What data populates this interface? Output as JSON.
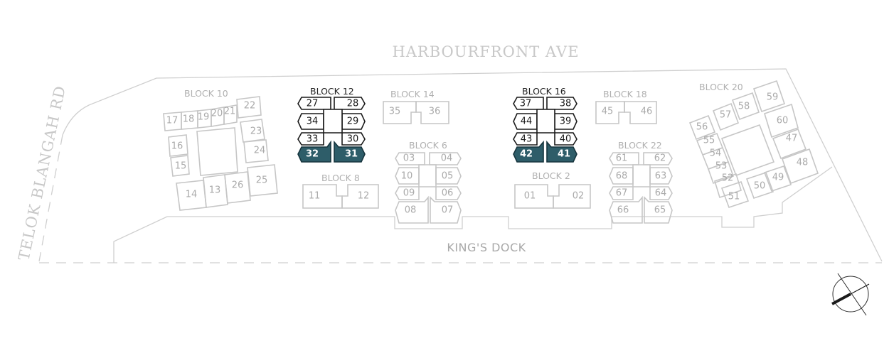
{
  "roads": {
    "north": "HARBOURFRONT AVE",
    "west": "TELOK BLANGAH RD",
    "south": "KING'S DOCK"
  },
  "colors": {
    "selected_unit": "#2e5d69",
    "active_outline": "#1a1a1a",
    "inactive_outline": "#c6c6c6"
  },
  "blocks": {
    "b10": {
      "label": "BLOCK 10",
      "units": [
        "17",
        "18",
        "19",
        "20",
        "21",
        "22",
        "16",
        "15",
        "23",
        "24",
        "14",
        "13",
        "26",
        "25"
      ]
    },
    "b12": {
      "label": "BLOCK 12",
      "active": true,
      "units": [
        "27",
        "28",
        "34",
        "29",
        "33",
        "30",
        "32",
        "31"
      ],
      "selected": [
        "32",
        "31"
      ]
    },
    "b14": {
      "label": "BLOCK 14",
      "units": [
        "35",
        "36"
      ]
    },
    "b6": {
      "label": "BLOCK 6",
      "units": [
        "03",
        "04",
        "10",
        "05",
        "09",
        "06",
        "08",
        "07"
      ]
    },
    "b8": {
      "label": "BLOCK 8",
      "units": [
        "11",
        "12"
      ]
    },
    "b16": {
      "label": "BLOCK 16",
      "active": true,
      "units": [
        "37",
        "38",
        "44",
        "39",
        "43",
        "40",
        "42",
        "41"
      ],
      "selected": [
        "42",
        "41"
      ]
    },
    "b18": {
      "label": "BLOCK 18",
      "units": [
        "45",
        "46"
      ]
    },
    "b2": {
      "label": "BLOCK 2",
      "units": [
        "01",
        "02"
      ]
    },
    "b22": {
      "label": "BLOCK 22",
      "units": [
        "61",
        "62",
        "68",
        "63",
        "67",
        "64",
        "66",
        "65"
      ]
    },
    "b20": {
      "label": "BLOCK 20",
      "units": [
        "59",
        "57",
        "58",
        "56",
        "60",
        "55",
        "47",
        "54",
        "53",
        "48",
        "52",
        "49",
        "50",
        "51"
      ]
    }
  },
  "compass_icon": "north-arrow-icon"
}
